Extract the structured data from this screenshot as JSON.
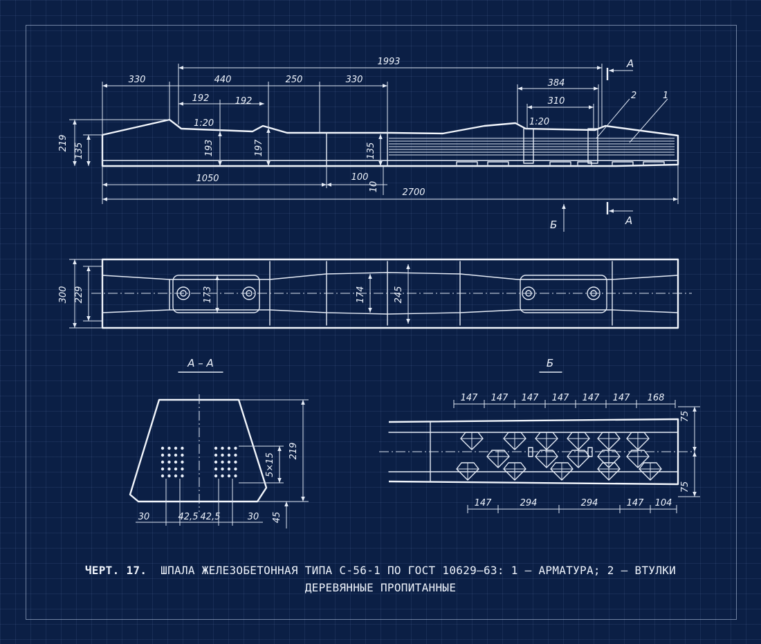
{
  "top_view": {
    "dims": {
      "overall_top": "1993",
      "d330a": "330",
      "d440": "440",
      "d250": "250",
      "d330b": "330",
      "d192a": "192",
      "d192b": "192",
      "slope_left": "1:20",
      "slope_right": "1:20",
      "d384": "384",
      "d310": "310",
      "h219": "219",
      "h135": "135",
      "h193": "193",
      "h197": "197",
      "h135b": "135",
      "d1050": "1050",
      "d100": "100",
      "d10": "10",
      "overall_bottom": "2700"
    },
    "callouts": {
      "c1": "1",
      "c2": "2"
    },
    "section_marks": {
      "top": "А",
      "bottom": "А",
      "view_arrow": "Б"
    }
  },
  "plan_view": {
    "dims": {
      "w300": "300",
      "w229": "229",
      "w173": "173",
      "w174": "174",
      "w245": "245"
    }
  },
  "section_aa": {
    "title": "А – А",
    "dims": {
      "h219": "219",
      "p5x15": "5×15",
      "h45": "45",
      "b30l": "30",
      "b425l": "42,5",
      "b425r": "42,5",
      "b30r": "30"
    }
  },
  "view_b": {
    "title": "Б",
    "top_dims": [
      "147",
      "147",
      "147",
      "147",
      "147",
      "147",
      "168"
    ],
    "bottom_dims": [
      "147",
      "294",
      "294",
      "147",
      "104"
    ],
    "side_dims": {
      "s75a": "75",
      "s75b": "75"
    }
  },
  "caption": {
    "number": "ЧЕРТ. 17.",
    "line1": "ШПАЛА ЖЕЛЕЗОБЕТОННАЯ ТИПА С-56-1 ПО ГОСТ 10629–63: 1 — АРМАТУРА; 2 — ВТУЛКИ",
    "line2": "ДЕРЕВЯННЫЕ ПРОПИТАННЫЕ"
  }
}
